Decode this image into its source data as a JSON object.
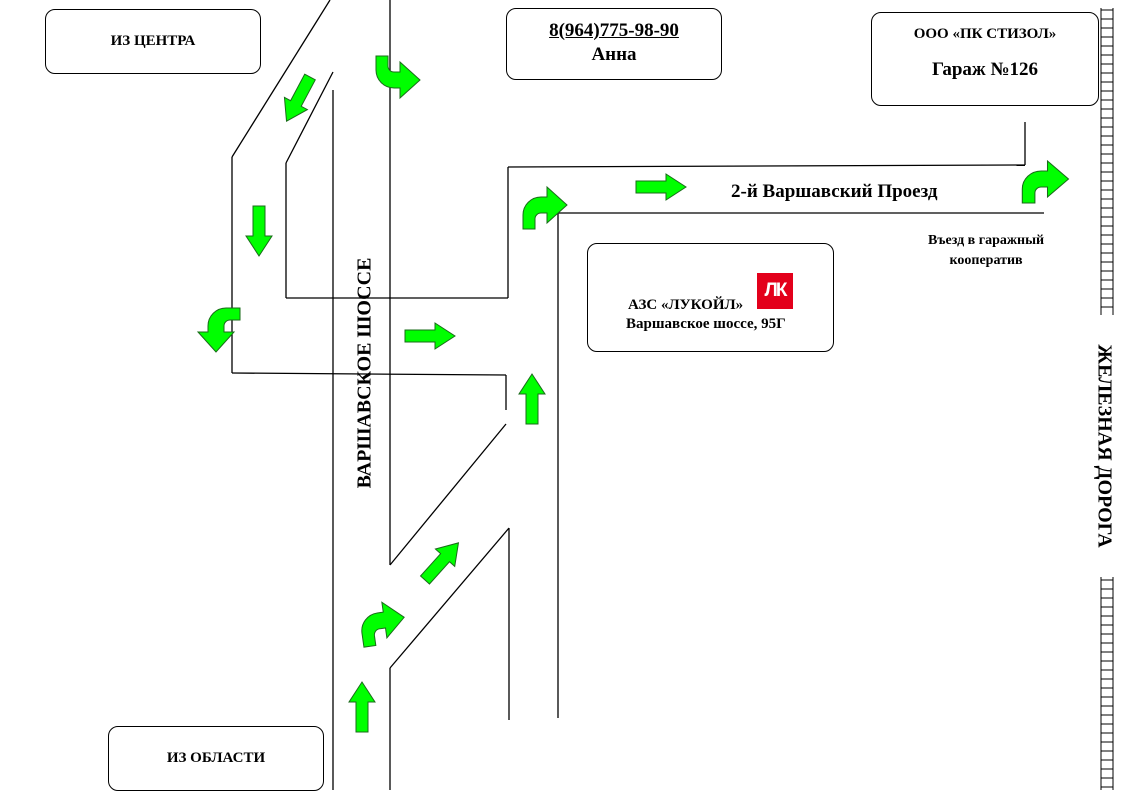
{
  "labels": {
    "from_center": "ИЗ ЦЕНТРА",
    "from_region": "ИЗ ОБЛАСТИ",
    "phone": "8(964)775-98-90",
    "contact_name": "Анна",
    "company": "ООО «ПК СТИЗОЛ»",
    "garage": "Гараж №126",
    "street": "2-й Варшавский Проезд",
    "entrance_line1": "Въезд в гаражный",
    "entrance_line2": "кооператив",
    "gas_station": "АЗС «ЛУКОЙЛ»",
    "gas_address": "Варшавское шоссе, 95Г",
    "highway": "ВАРШАВСКОЕ ШОССЕ",
    "railway": "ЖЕЛЕЗНАЯ ДОРОГА",
    "logo_text": "ЛК"
  },
  "colors": {
    "arrow_fill": "#00ff00",
    "arrow_stroke": "#1a6b1a",
    "logo_red": "#e3001b",
    "line": "#000000"
  },
  "icons": {
    "route_arrow": "arrow-icon",
    "turn_arrow": "curved-arrow-icon",
    "logo": "lukoil-logo"
  }
}
